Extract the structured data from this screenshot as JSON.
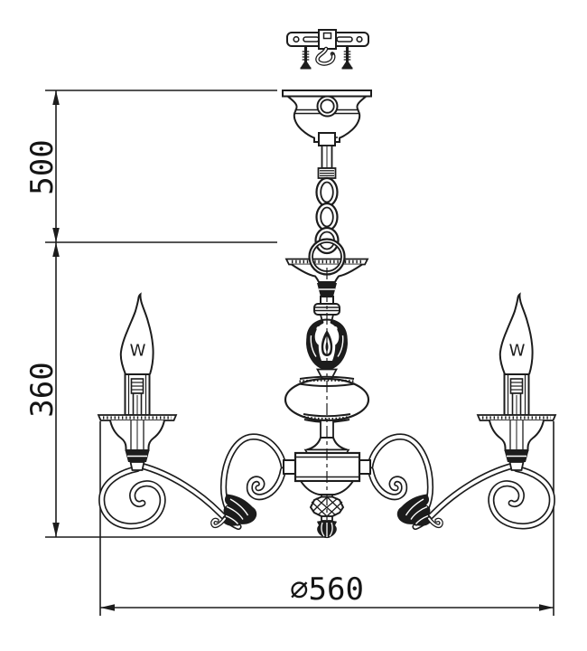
{
  "labels": {
    "dim_hanging_height": "500",
    "dim_body_height": "360",
    "dim_diameter": "⌀560",
    "bulb_left_mark": "W",
    "bulb_right_mark": "W"
  },
  "colors": {
    "line": "#1c1c1c",
    "background": "#ffffff"
  }
}
